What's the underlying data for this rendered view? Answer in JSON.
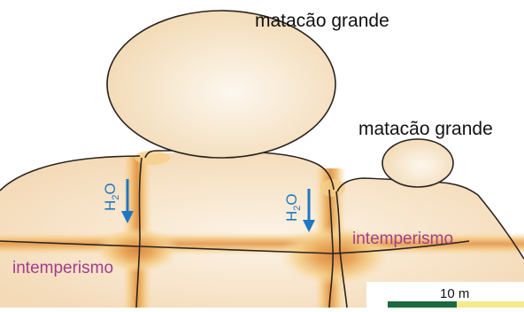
{
  "labels": {
    "boulder_large": "matacão grande",
    "boulder_small": "matacão grande",
    "weathering_left": "intemperismo",
    "weathering_right": "intemperismo",
    "water_left": "H2O",
    "water_right": "H2O"
  },
  "scale_bar": {
    "label": "10 m"
  },
  "colors": {
    "rock_fill": "#f6dfc0",
    "rock_highlight": "#fbf2e4",
    "outline": "#2a2420",
    "weathering_outer": "#f5cf8a",
    "weathering_mid": "#e9a85a",
    "weathering_core": "#d98a45",
    "water_arrow": "#1f77c4",
    "weathering_text": "#a33d8c",
    "scale_dark": "#1c6b3f",
    "scale_light": "#f3ea8c"
  },
  "icons": {
    "water_arrow": "arrow-down-icon"
  }
}
